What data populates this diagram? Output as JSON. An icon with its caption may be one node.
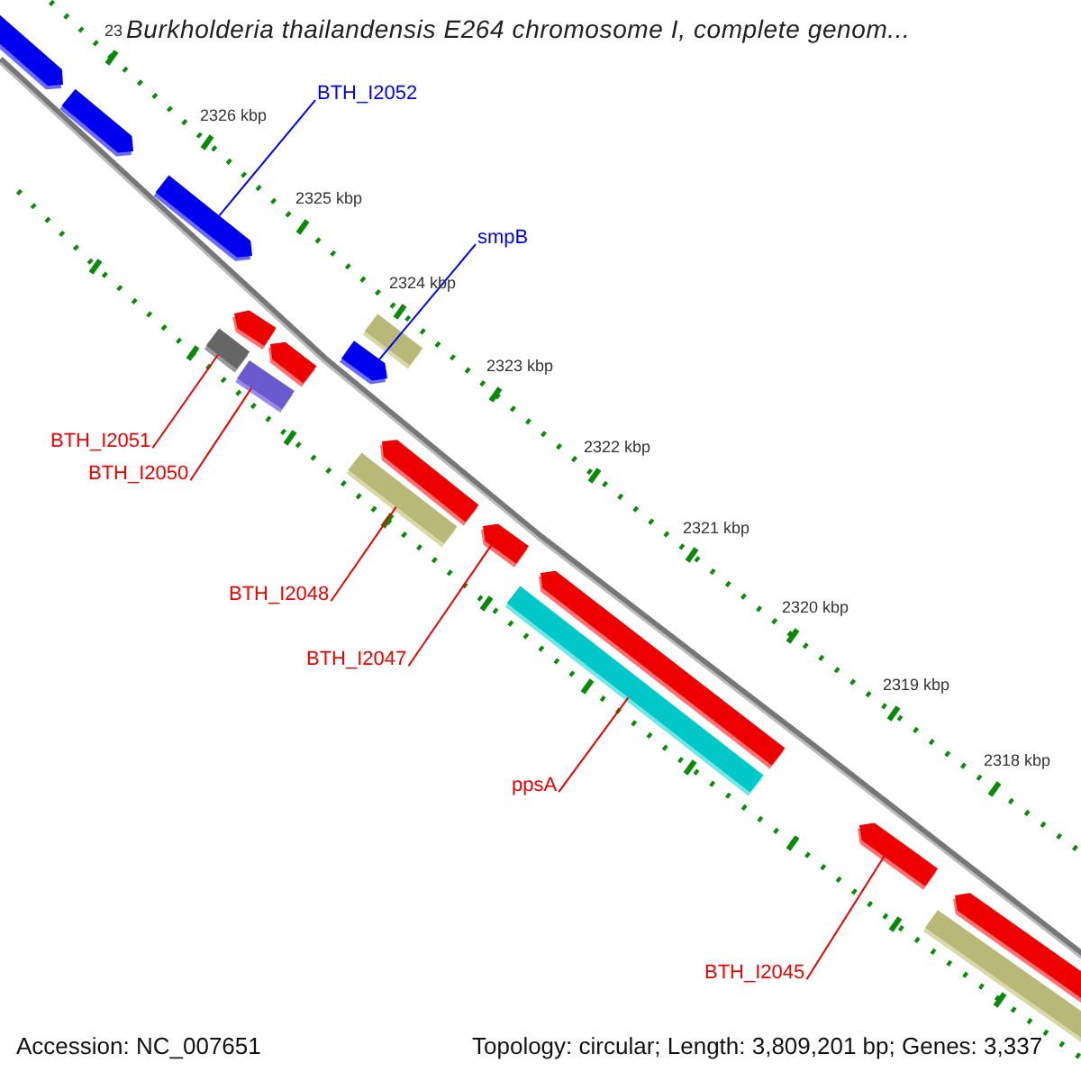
{
  "diagram": {
    "title": "Burkholderia thailandensis E264 chromosome I, complete genom...",
    "nodes": [
      {
        "text": [
          "BTH_I2052"
        ]
      },
      {
        "text": [
          "smpB"
        ]
      },
      {
        "text": [
          "BTH_I2051"
        ]
      },
      {
        "text": [
          "BTH_I2050"
        ]
      },
      {
        "text": [
          "BTH_I2048"
        ]
      },
      {
        "text": [
          "BTH_I2047"
        ]
      },
      {
        "text": [
          "ppsA"
        ]
      },
      {
        "text": [
          "BTH_I2045"
        ]
      },
      {
        "text": [],
        "shape": "arrow"
      },
      {
        "text": [],
        "shape": "arrow"
      },
      {
        "text": [],
        "shape": "arrow"
      },
      {
        "text": [],
        "shape": "arrow"
      },
      {
        "text": [],
        "shape": "bar"
      },
      {
        "text": [],
        "shape": "arrow"
      },
      {
        "text": [],
        "shape": "arrow"
      },
      {
        "text": [],
        "shape": "bar"
      },
      {
        "text": [],
        "shape": "bar"
      },
      {
        "text": [],
        "shape": "arrow"
      },
      {
        "text": [],
        "shape": "bar"
      },
      {
        "text": [],
        "shape": "arrow"
      },
      {
        "text": [],
        "shape": "arrow"
      },
      {
        "text": [],
        "shape": "bar"
      },
      {
        "text": [],
        "shape": "arrow"
      },
      {
        "text": [],
        "shape": "arrow"
      },
      {
        "text": [],
        "shape": "bar"
      }
    ],
    "edges": [
      {
        "from": 0,
        "to": 10,
        "arrow": "none",
        "color": "#0000ff"
      },
      {
        "from": 1,
        "to": 11,
        "arrow": "none",
        "color": "#0000ff"
      },
      {
        "from": 2,
        "to": 15,
        "arrow": "none"
      },
      {
        "from": 3,
        "to": 16,
        "arrow": "none"
      },
      {
        "from": 4,
        "to": 18,
        "arrow": "none"
      },
      {
        "from": 5,
        "to": 19,
        "arrow": "none"
      },
      {
        "from": 6,
        "to": 21,
        "arrow": "none"
      },
      {
        "from": 7,
        "to": 22,
        "arrow": "none"
      }
    ],
    "labels": [
      "23",
      "2326 kbp",
      "2325 kbp",
      "2324 kbp",
      "2323 kbp",
      "2322 kbp",
      "2321 kbp",
      "2320 kbp",
      "2319 kbp",
      "2318 kbp",
      "Accession: NC_007651",
      "Topology: circular; Length: 3,809,201 bp; Genes: 3,337"
    ]
  }
}
